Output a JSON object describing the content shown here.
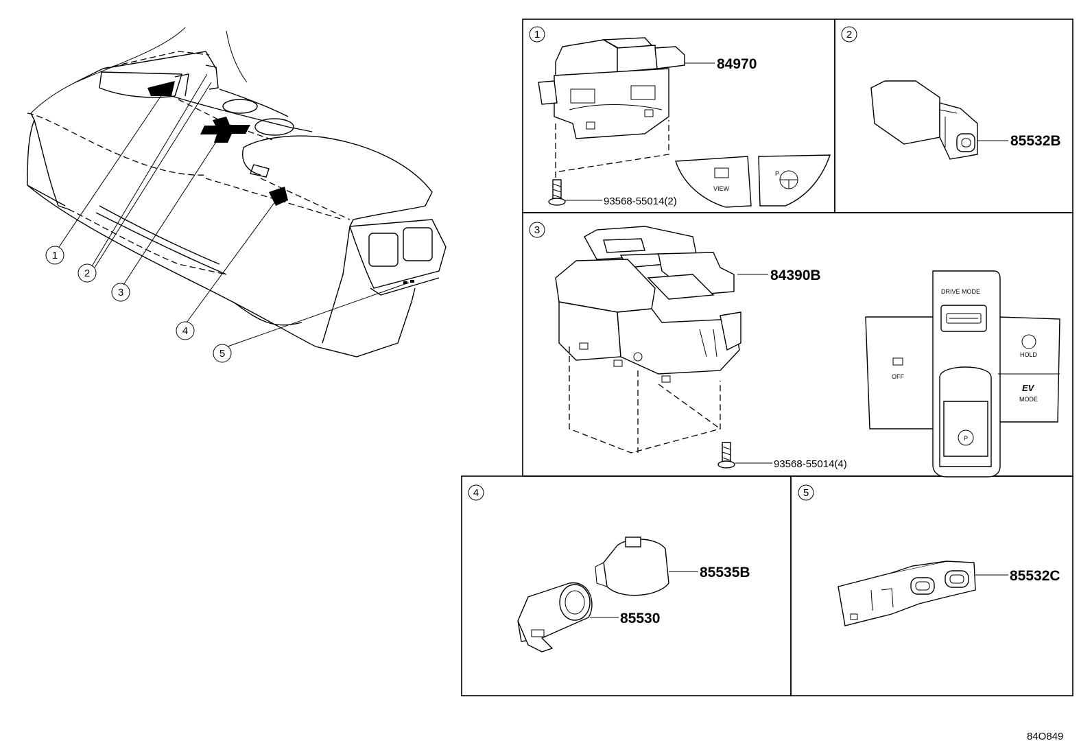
{
  "figure_code": "84O849",
  "callouts": [
    "1",
    "2",
    "3",
    "4",
    "5"
  ],
  "panels": [
    {
      "id": "1",
      "parts": [
        {
          "number": "84970"
        },
        {
          "number": "93568-55014(2)"
        }
      ],
      "switch_labels": {
        "view": "VIEW",
        "p_icon": "P"
      }
    },
    {
      "id": "2",
      "parts": [
        {
          "number": "85532B"
        }
      ]
    },
    {
      "id": "3",
      "parts": [
        {
          "number": "84390B"
        },
        {
          "number": "93568-55014(4)"
        }
      ],
      "panel_labels": {
        "drive_mode": "DRIVE MODE",
        "hold": "HOLD",
        "ev": "EV",
        "ev_mode": "MODE",
        "off": "OFF",
        "p_icon": "P"
      }
    },
    {
      "id": "4",
      "parts": [
        {
          "number": "85535B"
        },
        {
          "number": "85530"
        }
      ]
    },
    {
      "id": "5",
      "parts": [
        {
          "number": "85532C"
        }
      ]
    }
  ],
  "icons": [
    "console-overview",
    "screw-icon",
    "switch-module",
    "usb-port",
    "parking-brake-icon"
  ]
}
